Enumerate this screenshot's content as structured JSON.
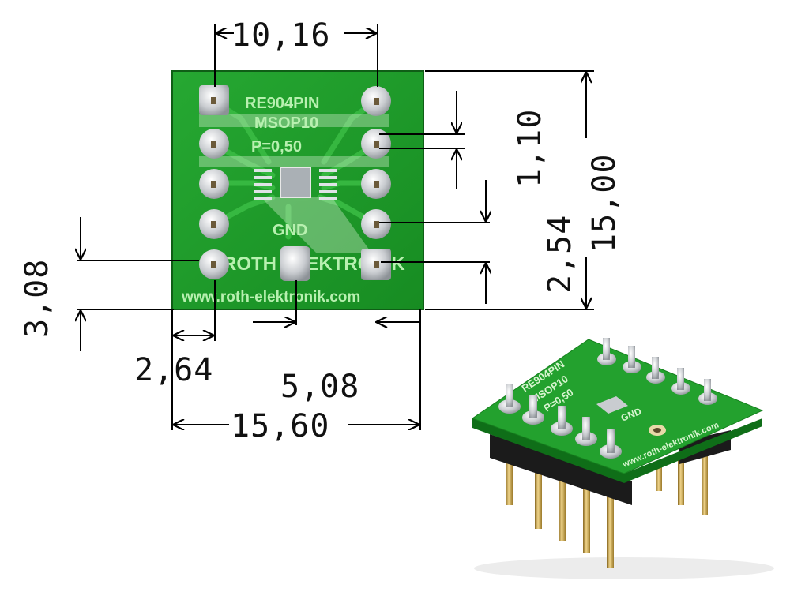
{
  "pcb": {
    "silkscreen": {
      "part": "RE904PIN",
      "package": "MSOP10",
      "pitch": "P=0,50",
      "ground": "GND",
      "brand": "ROTH ELEKTRONIK",
      "url": "www.roth-elektronik.com"
    },
    "colors": {
      "board": "#1f9e2a",
      "board_dark": "#147a1d",
      "pad": "#cfd3d6",
      "trace": "#36b53f",
      "pin": "#d9b45a",
      "header": "#1a1a1a"
    }
  },
  "dimensions": {
    "top_width": "10,16",
    "right_pitch_small": "1,10",
    "right_pitch": "2,54",
    "right_height": "15,00",
    "left_offset": "3,08",
    "bottom_pad_offset": "2,64",
    "bottom_center": "5,08",
    "bottom_width": "15,60"
  },
  "photo": {
    "silkscreen": {
      "part": "RE904PIN",
      "package": "MSOP10",
      "pitch": "P=0,50",
      "ground": "GND",
      "url": "www.roth-elektronik.com"
    }
  }
}
